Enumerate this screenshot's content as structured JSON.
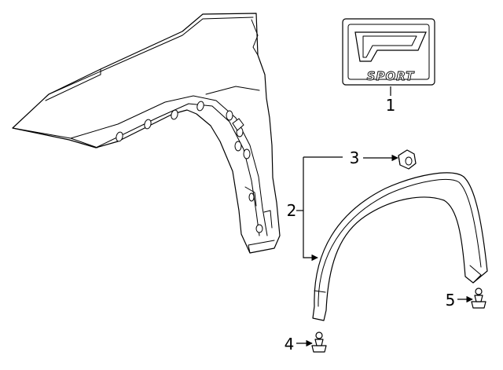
{
  "callouts": [
    "1",
    "2",
    "3",
    "4",
    "5"
  ],
  "badge": {
    "text": "SPORT"
  }
}
